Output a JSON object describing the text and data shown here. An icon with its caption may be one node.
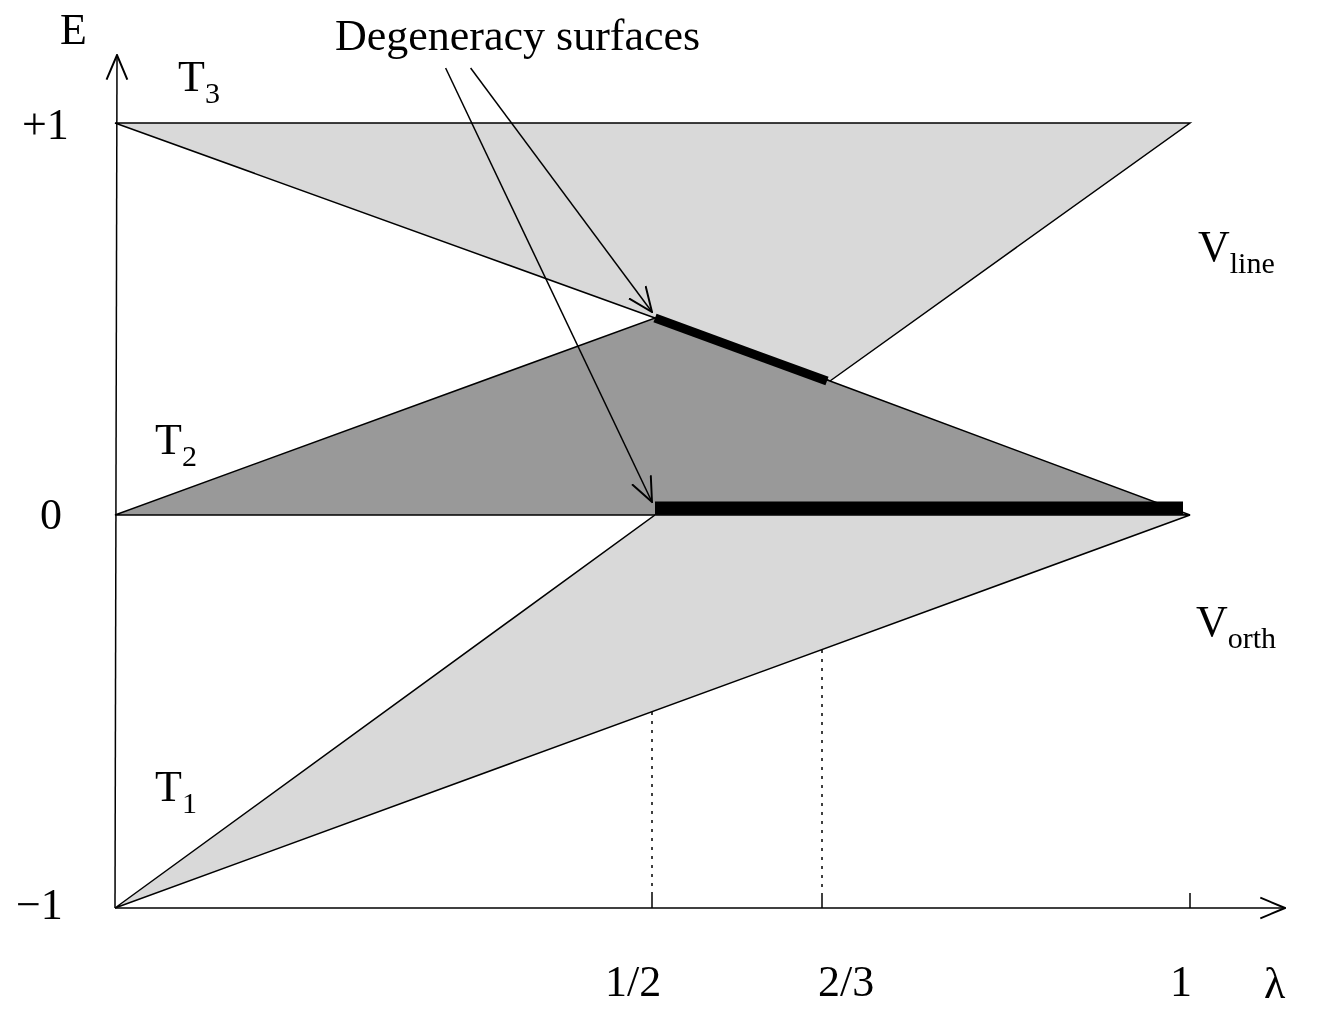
{
  "diagram": {
    "nodes": [
      {
        "text": [
          "Degeneracy surfaces"
        ]
      },
      {
        "text": [],
        "shape": "bar"
      },
      {
        "text": [],
        "shape": "bar"
      }
    ],
    "edges": [
      {
        "from": 0,
        "to": 1,
        "arrow": "to"
      },
      {
        "from": 0,
        "to": 2,
        "arrow": "to"
      }
    ],
    "labels": [
      "E",
      "T$_{3}$",
      "+1",
      "V$_{line}$",
      "T$_{2}$",
      "0",
      "V$_{orth}$",
      "T$_{1}$",
      "−1",
      "1/2",
      "2/3",
      "1",
      "λ"
    ]
  }
}
